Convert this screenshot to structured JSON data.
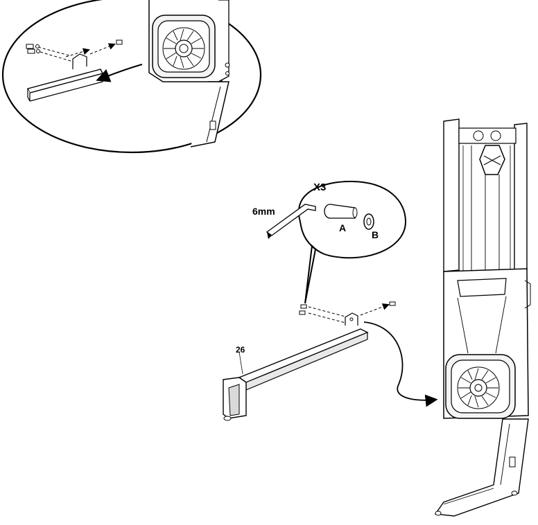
{
  "callouts": {
    "quantity": "X3",
    "tool_size": "6mm",
    "part_a": "A",
    "part_b": "B",
    "part_number": "26"
  },
  "icons": {
    "hex_key": "hex-key-icon",
    "bolt": "bolt-icon",
    "washer": "washer-icon",
    "fan": "fan-icon",
    "arrow": "curved-arrow-icon"
  },
  "colors": {
    "line": "#000000",
    "background": "#ffffff",
    "shade": "#d9d9d9"
  }
}
